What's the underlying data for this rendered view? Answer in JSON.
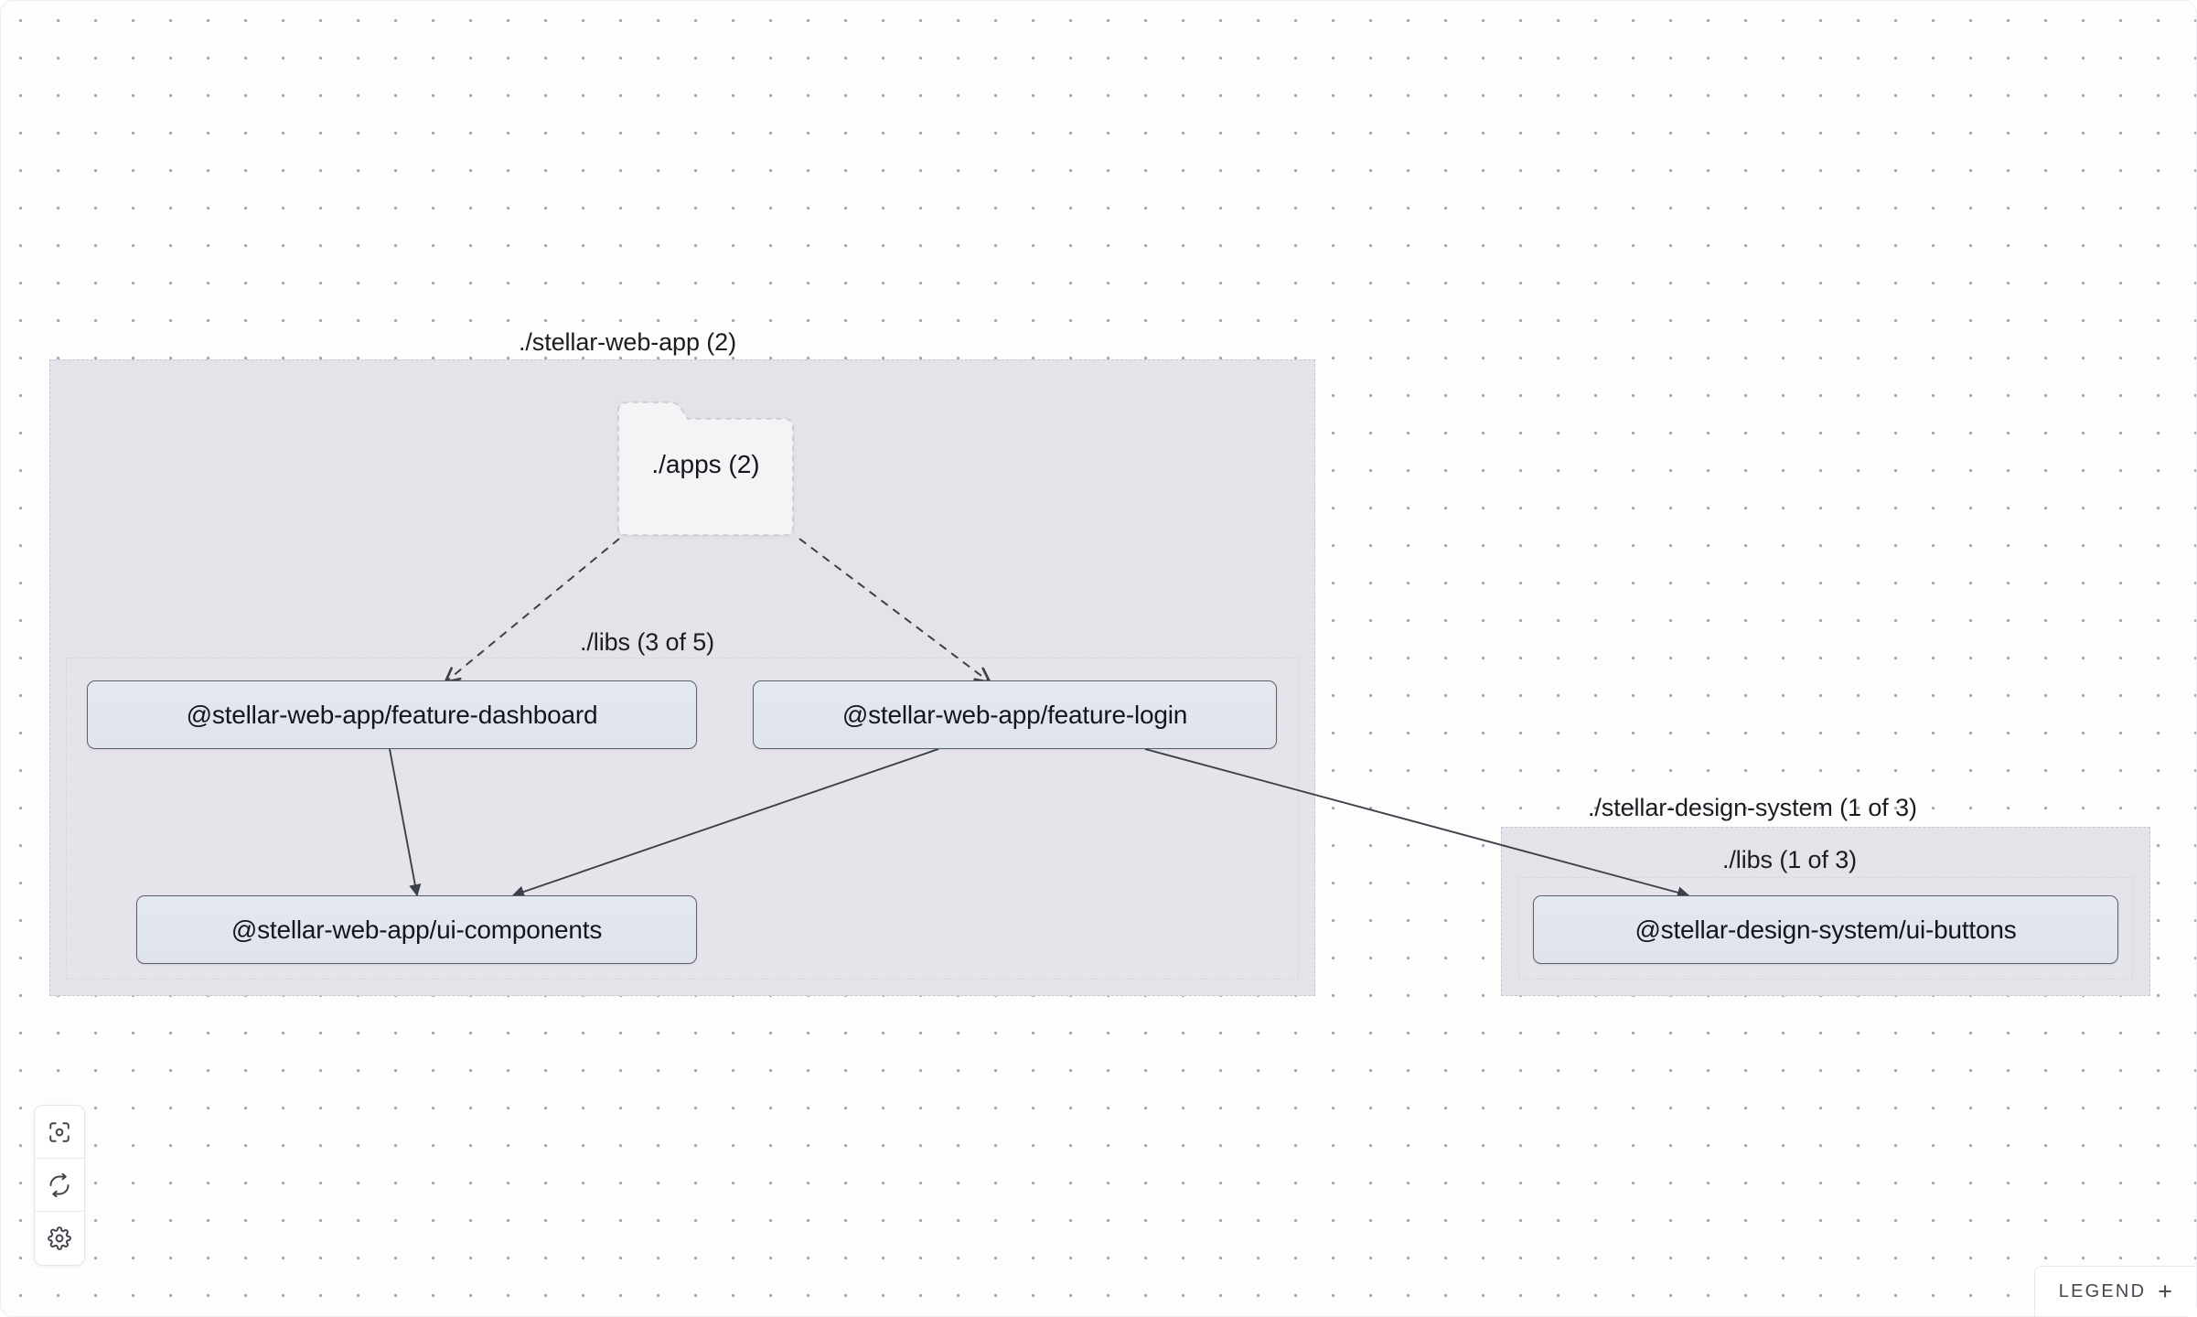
{
  "app": {
    "view": "project-graph",
    "background": "#fdfdfe",
    "dot_color": "#9aa8bb",
    "accent": "#5c6068"
  },
  "groups": [
    {
      "id": "stellar-web-app",
      "title": "./stellar-web-app (2)",
      "fill": "#e5e3ea",
      "border": "#c9c7d1"
    },
    {
      "id": "stellar-web-app-libs",
      "title": "./libs (3 of 5)",
      "fill": "transparent",
      "border": "#d6d4dd"
    },
    {
      "id": "stellar-design-system",
      "title": "./stellar-design-system (1 of 3)",
      "fill": "#e5e3ea",
      "border": "#c9c7d1"
    },
    {
      "id": "stellar-design-system-libs",
      "title": "./libs (1 of 3)",
      "fill": "transparent",
      "border": "#d6d4dd"
    }
  ],
  "folder": {
    "id": "apps",
    "label": "./apps (2)",
    "fill": "#f4f4f7"
  },
  "nodes": [
    {
      "id": "feature-dashboard",
      "label": "@stellar-web-app/feature-dashboard"
    },
    {
      "id": "feature-login",
      "label": "@stellar-web-app/feature-login"
    },
    {
      "id": "ui-components",
      "label": "@stellar-web-app/ui-components"
    },
    {
      "id": "ui-buttons",
      "label": "@stellar-design-system/ui-buttons"
    }
  ],
  "edges": [
    {
      "from": "apps",
      "to": "feature-dashboard",
      "style": "dashed"
    },
    {
      "from": "apps",
      "to": "feature-login",
      "style": "dashed"
    },
    {
      "from": "feature-dashboard",
      "to": "ui-components",
      "style": "solid"
    },
    {
      "from": "feature-login",
      "to": "ui-components",
      "style": "solid"
    },
    {
      "from": "feature-login",
      "to": "ui-buttons",
      "style": "solid"
    }
  ],
  "controls": [
    {
      "id": "focus",
      "icon": "focus-target-icon",
      "title": "Focus"
    },
    {
      "id": "refresh",
      "icon": "refresh-icon",
      "title": "Refresh"
    },
    {
      "id": "settings",
      "icon": "gear-icon",
      "title": "Settings"
    }
  ],
  "legend": {
    "label": "LEGEND",
    "expand": "+"
  }
}
